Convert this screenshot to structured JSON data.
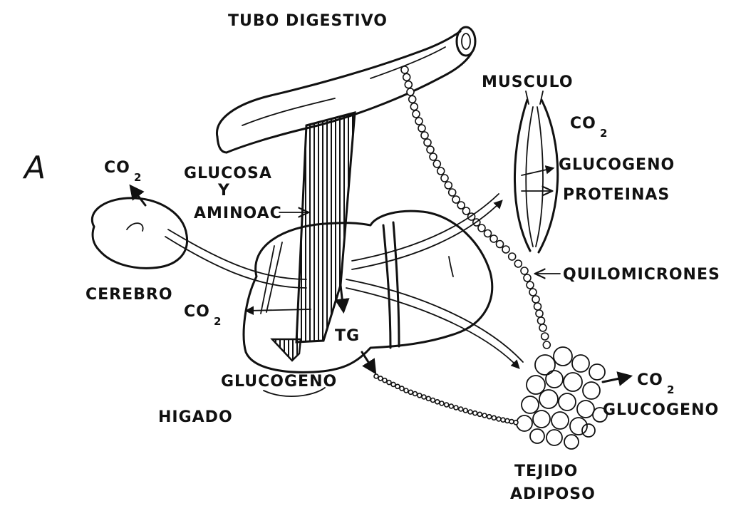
{
  "panel_letter": "A",
  "labels": {
    "tubo_digestivo": "TUBO DIGESTIVO",
    "musculo": "MUSCULO",
    "glucosa": "GLUCOSA",
    "y": "Y",
    "aminoac": "AMINOAC",
    "cerebro": "CEREBRO",
    "glucogeno_musculo": "GLUCOGENO",
    "proteinas": "PROTEINAS",
    "quilomicrones": "QUILOMICRONES",
    "tg": "TG",
    "glucogeno_higado": "GLUCOGENO",
    "higado": "HIGADO",
    "glucogeno_adiposo": "GLUCOGENO",
    "tejido": "TEJIDO",
    "adiposo": "ADIPOSO"
  },
  "co2": {
    "base": "CO",
    "subscript": "2"
  },
  "colors": {
    "ink": "#111111",
    "background": "#ffffff"
  }
}
